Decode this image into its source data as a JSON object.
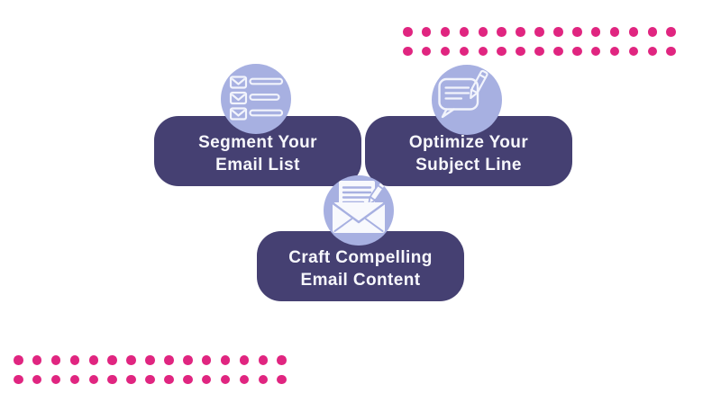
{
  "page": {
    "background": "#ffffff"
  },
  "colors": {
    "card_background": "#454072",
    "circle_background": "#a7b0e1",
    "icon_stroke": "#f2f4fc",
    "icon_fill": "#f8f9fd",
    "icon_accent": "#a7b0e1",
    "card_text": "#f7f7fc",
    "dot_pink": "#e02580"
  },
  "cards": [
    {
      "line1": "Segment Your",
      "line2": "Email List",
      "icon": "email-list-icon"
    },
    {
      "line1": "Optimize Your",
      "line2": "Subject Line",
      "icon": "speech-bubble-pencil-icon"
    },
    {
      "line1": "Craft Compelling",
      "line2": "Email Content",
      "icon": "envelope-letter-pencil-icon"
    }
  ],
  "decor": {
    "dot_groups": [
      {
        "name": "dots-top-right",
        "rows": 2,
        "cols": 15
      },
      {
        "name": "dots-bottom-left",
        "rows": 2,
        "cols": 15
      }
    ]
  }
}
